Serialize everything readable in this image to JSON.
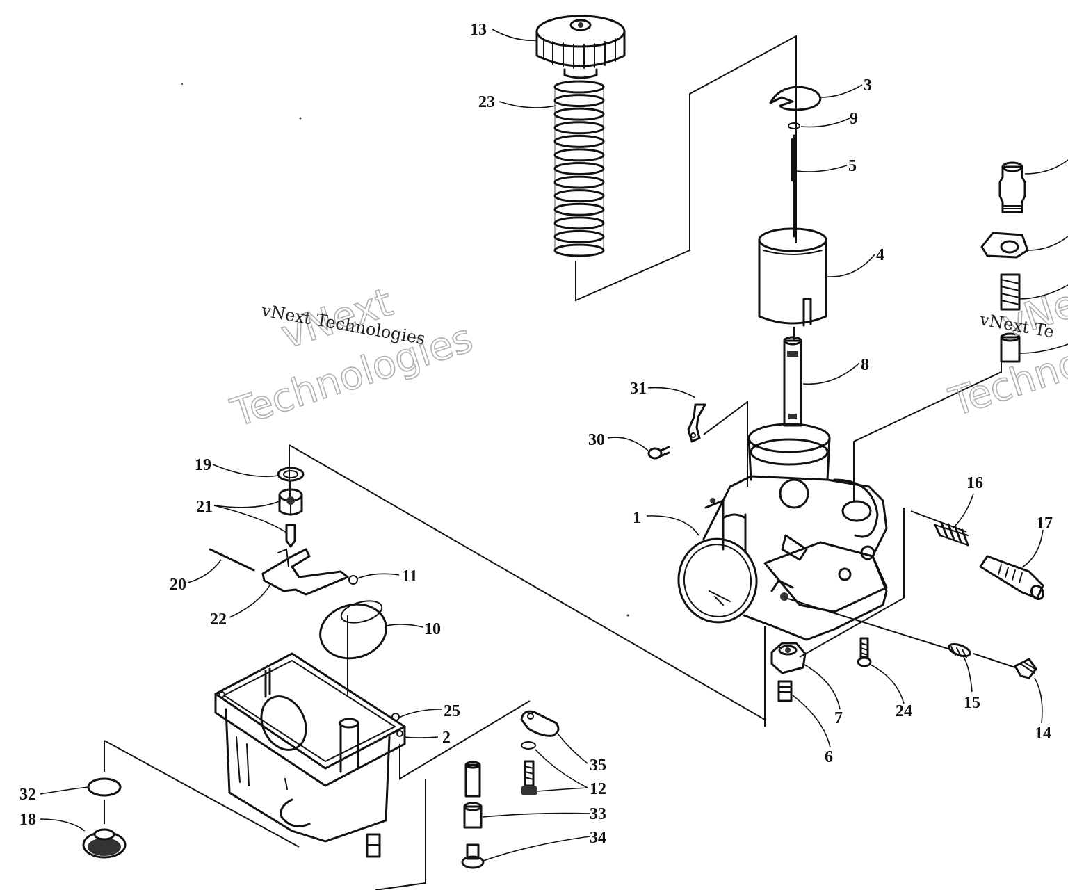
{
  "callouts": [
    "13",
    "23",
    "3",
    "9",
    "5",
    "4",
    "8",
    "31",
    "30",
    "1",
    "19",
    "21",
    "20",
    "22",
    "11",
    "10",
    "25",
    "2",
    "35",
    "12",
    "33",
    "34",
    "32",
    "18",
    "16",
    "17",
    "15",
    "14",
    "24",
    "7",
    "6"
  ],
  "watermark": {
    "line_small": "vNext Technologies",
    "line_big_1": "vNext",
    "line_big_2": "Technologies",
    "right_small": "vNext Te",
    "right_big_1": "vNe",
    "right_big_2": "Techno"
  }
}
